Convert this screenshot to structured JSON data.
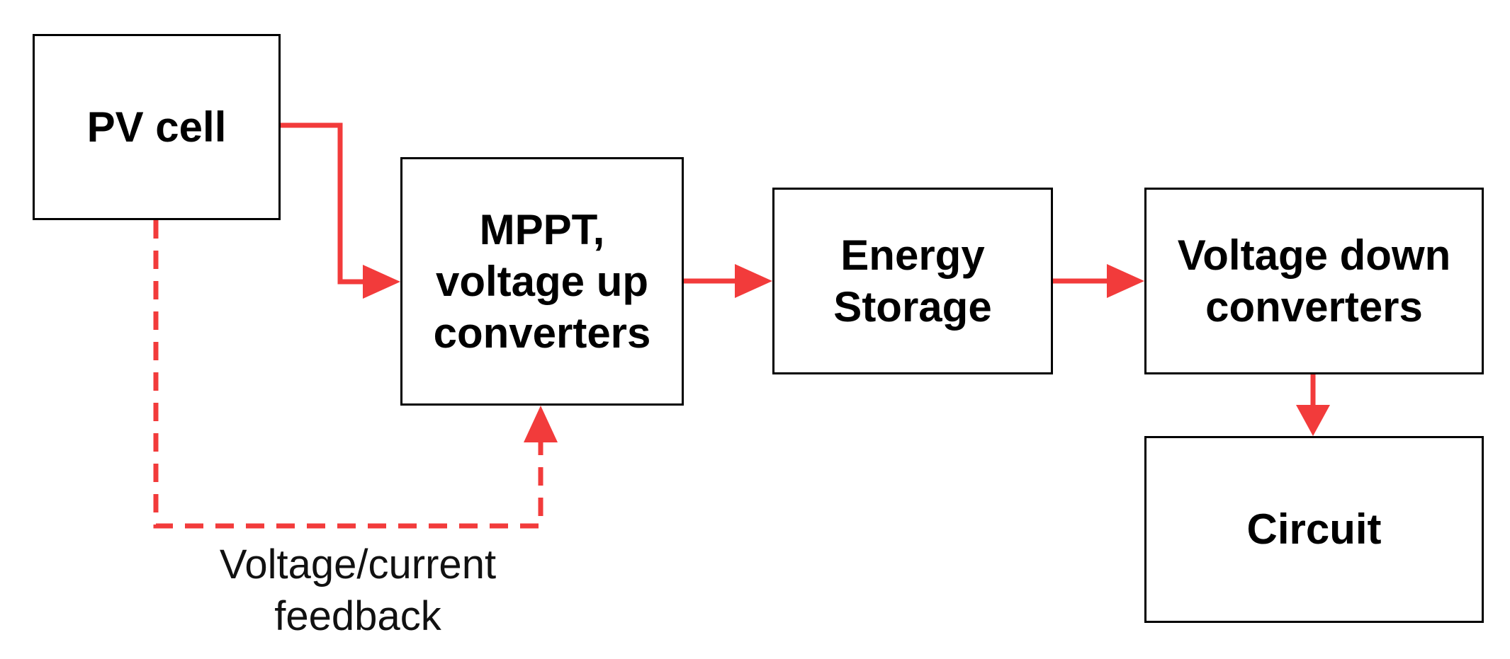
{
  "colors": {
    "flow_arrow": "#f23b3b",
    "box_border": "#000000",
    "box_fill": "#ffffff",
    "text": "#000000"
  },
  "blocks": {
    "pv_cell": "PV cell",
    "mppt": "MPPT,\nvoltage up\nconverters",
    "energy_storage": "Energy\nStorage",
    "voltage_down": "Voltage down\nconverters",
    "circuit": "Circuit"
  },
  "feedback_label": "Voltage/current\nfeedback"
}
